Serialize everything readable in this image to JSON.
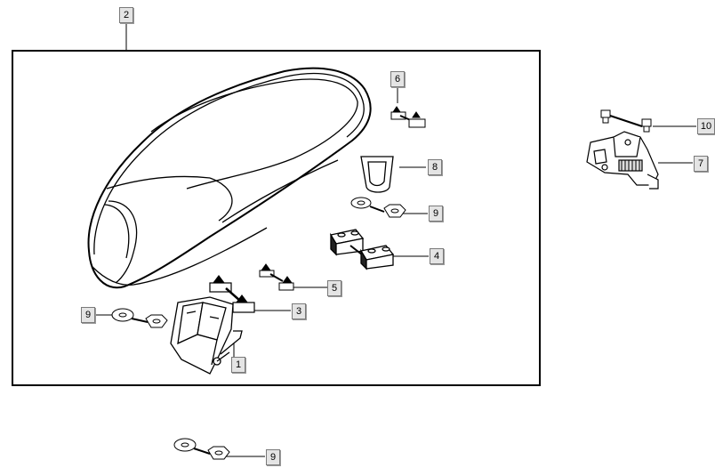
{
  "diagram": {
    "callouts": [
      {
        "id": "callout-2",
        "label": "2"
      },
      {
        "id": "callout-6",
        "label": "6"
      },
      {
        "id": "callout-10",
        "label": "10"
      },
      {
        "id": "callout-7",
        "label": "7"
      },
      {
        "id": "callout-8",
        "label": "8"
      },
      {
        "id": "callout-9a",
        "label": "9"
      },
      {
        "id": "callout-4",
        "label": "4"
      },
      {
        "id": "callout-5",
        "label": "5"
      },
      {
        "id": "callout-3",
        "label": "3"
      },
      {
        "id": "callout-9b",
        "label": "9"
      },
      {
        "id": "callout-1",
        "label": "1"
      },
      {
        "id": "callout-9c",
        "label": "9"
      }
    ]
  }
}
